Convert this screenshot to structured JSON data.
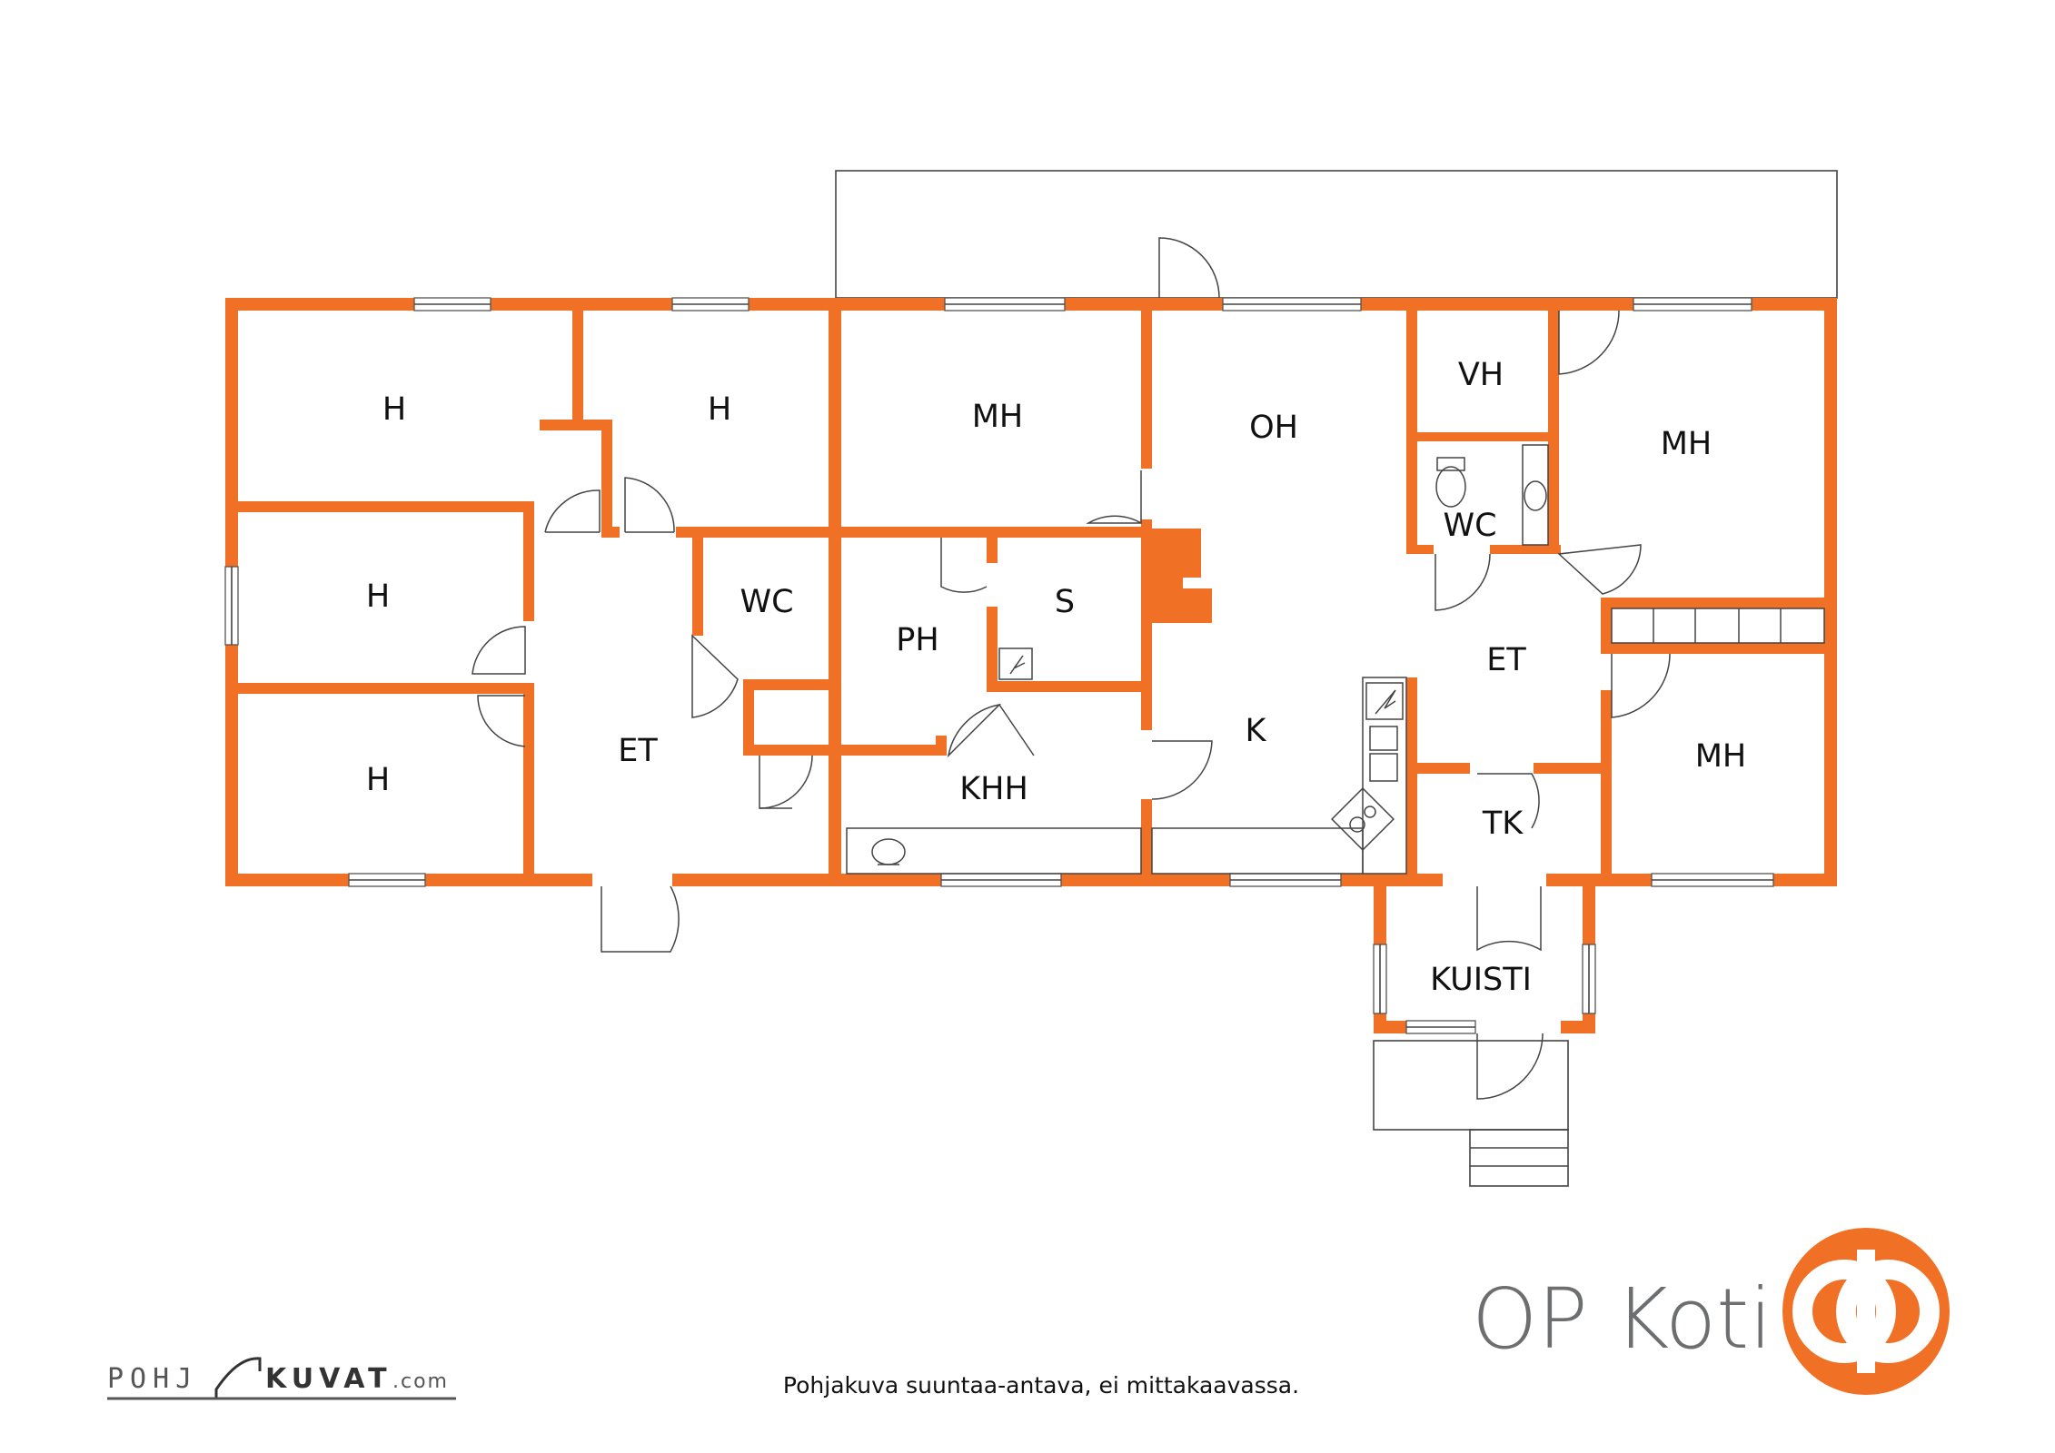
{
  "rooms": {
    "h1": "H",
    "h2": "H",
    "h3": "H",
    "h4": "H",
    "mh1": "MH",
    "mh2": "MH",
    "mh3": "MH",
    "oh": "OH",
    "vh": "VH",
    "wc1": "WC",
    "wc2": "WC",
    "et1": "ET",
    "et2": "ET",
    "ph": "PH",
    "s": "S",
    "khh": "KHH",
    "k": "K",
    "tk": "TK",
    "kuisti": "KUISTI"
  },
  "brand": {
    "name": "OP Koti",
    "logo_letters": "op",
    "accent_color": "#f07125",
    "text_color": "#6d6e70"
  },
  "credit": {
    "part1": "POHJ",
    "part2": "KUVAT",
    "suffix": ".com"
  },
  "disclaimer": "Pohjakuva suuntaa-antava, ei mittakaavassa."
}
